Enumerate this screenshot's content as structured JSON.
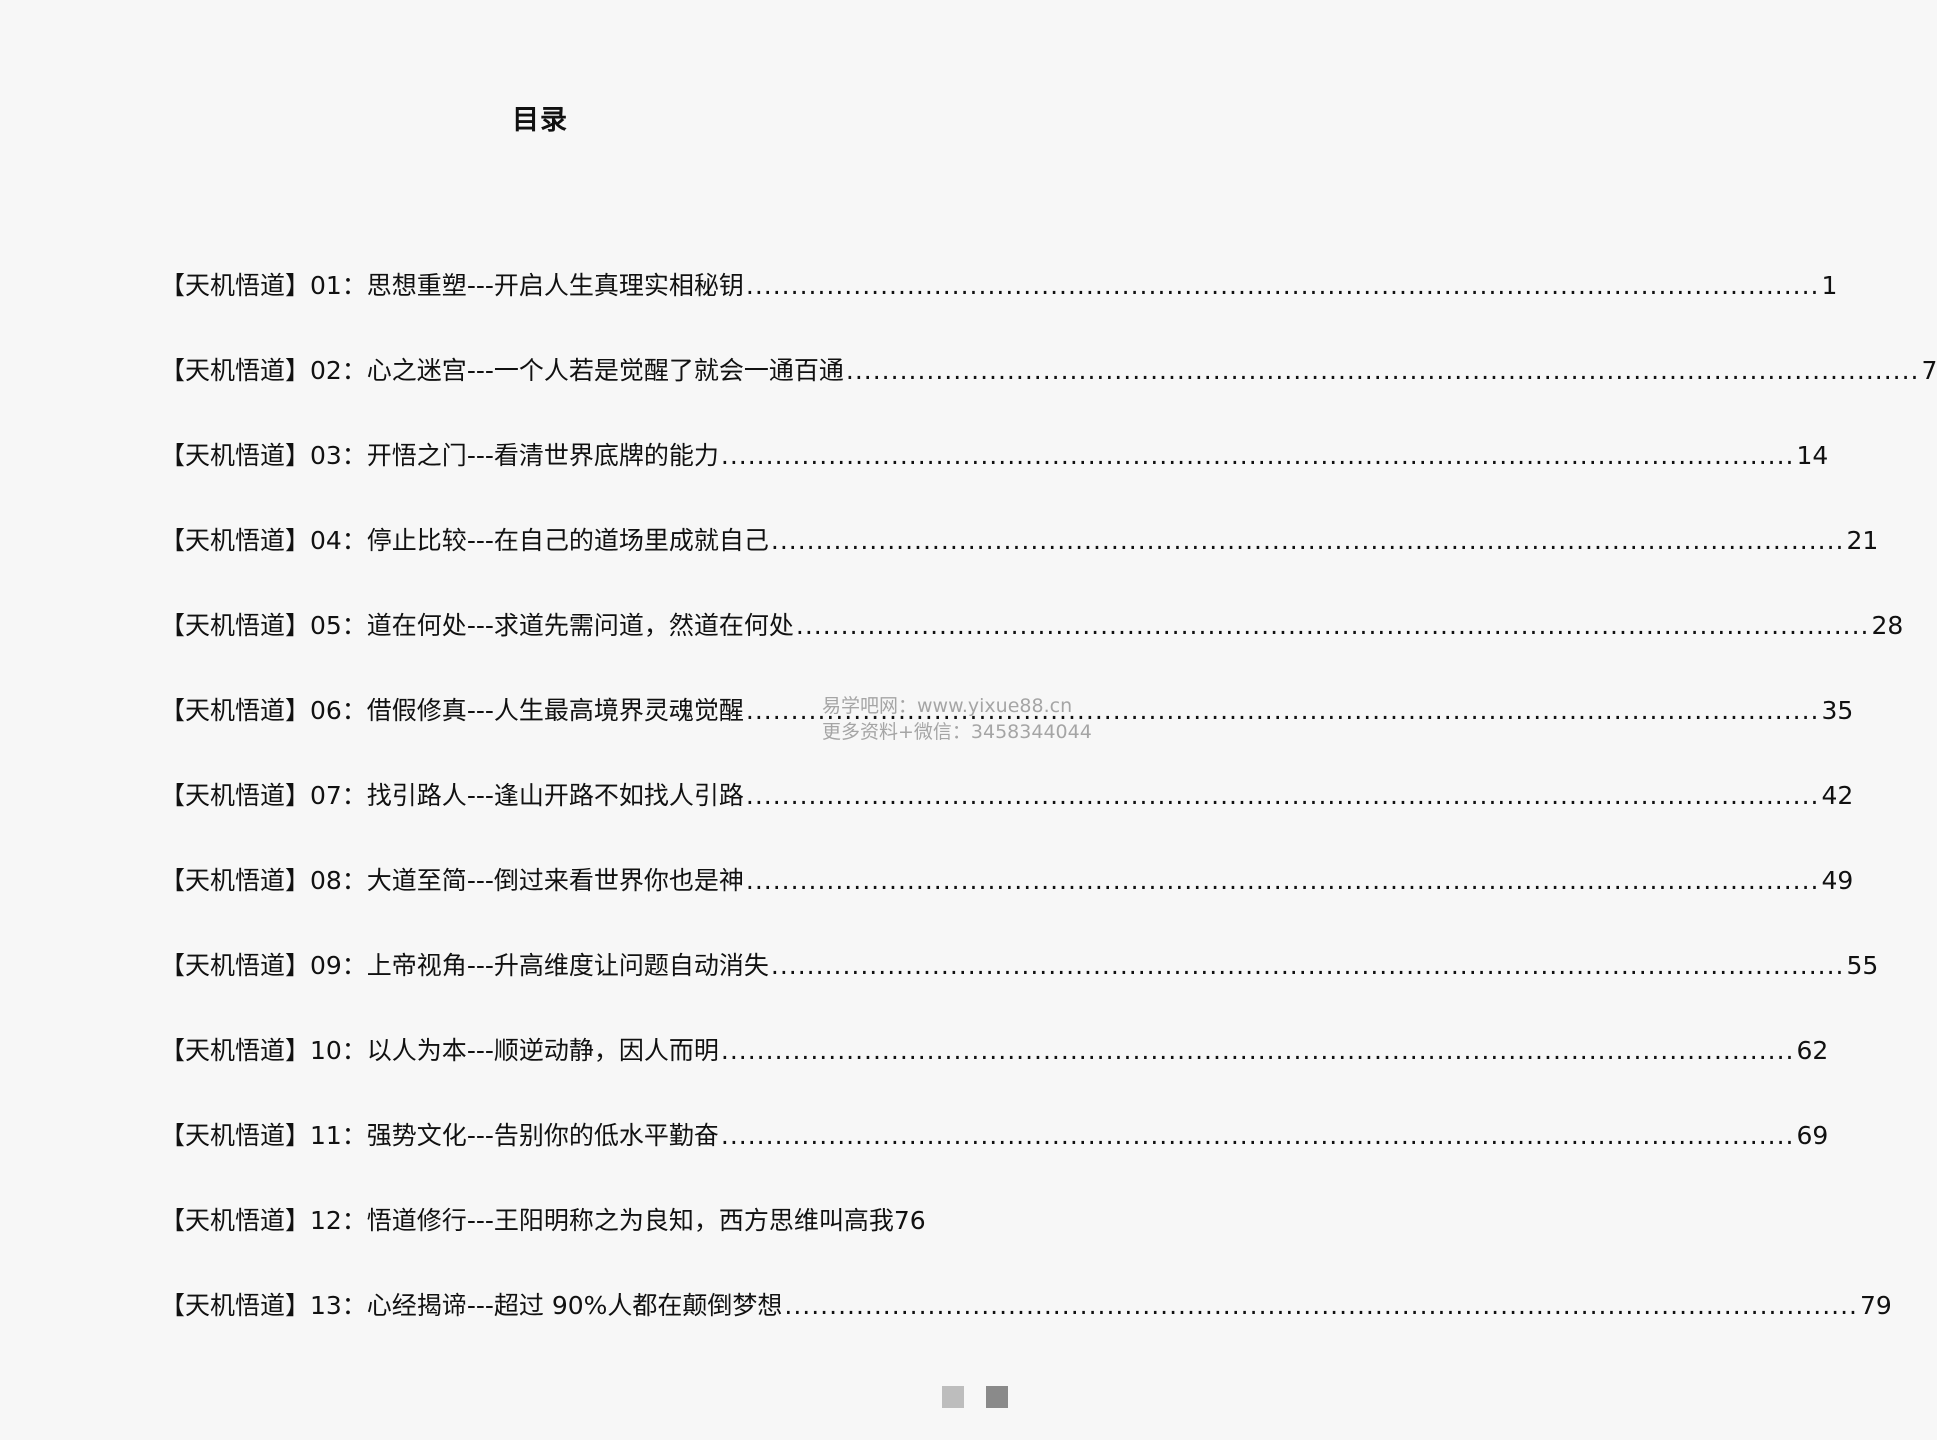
{
  "page": {
    "title": "目录"
  },
  "toc": [
    {
      "text": "【天机悟道】01：思想重塑---开启人生真理实相秘钥",
      "page": "1"
    },
    {
      "text": "【天机悟道】02：心之迷宫---一个人若是觉醒了就会一通百通",
      "page": "7"
    },
    {
      "text": "【天机悟道】03：开悟之门---看清世界底牌的能力",
      "page": "14"
    },
    {
      "text": "【天机悟道】04：停止比较---在自己的道场里成就自己",
      "page": "21"
    },
    {
      "text": "【天机悟道】05：道在何处---求道先需问道，然道在何处",
      "page": "28"
    },
    {
      "text": "【天机悟道】06：借假修真---人生最高境界灵魂觉醒",
      "page": "35"
    },
    {
      "text": "【天机悟道】07：找引路人---逢山开路不如找人引路",
      "page": "42"
    },
    {
      "text": "【天机悟道】08：大道至简---倒过来看世界你也是神",
      "page": "49"
    },
    {
      "text": "【天机悟道】09：上帝视角---升高维度让问题自动消失",
      "page": "55"
    },
    {
      "text": "【天机悟道】10：以人为本---顺逆动静，因人而明",
      "page": "62"
    },
    {
      "text": "【天机悟道】11：强势文化---告别你的低水平勤奋",
      "page": "69"
    },
    {
      "text": "【天机悟道】12：悟道修行---王阳明称之为良知，西方思维叫高我",
      "page": "76"
    },
    {
      "text": "【天机悟道】13：心经揭谛---超过 90%人都在颠倒梦想",
      "page": "79"
    }
  ],
  "watermark": {
    "line1": "易学吧网：www.yixue88.cn",
    "line2": "更多资料+微信：3458344044"
  }
}
